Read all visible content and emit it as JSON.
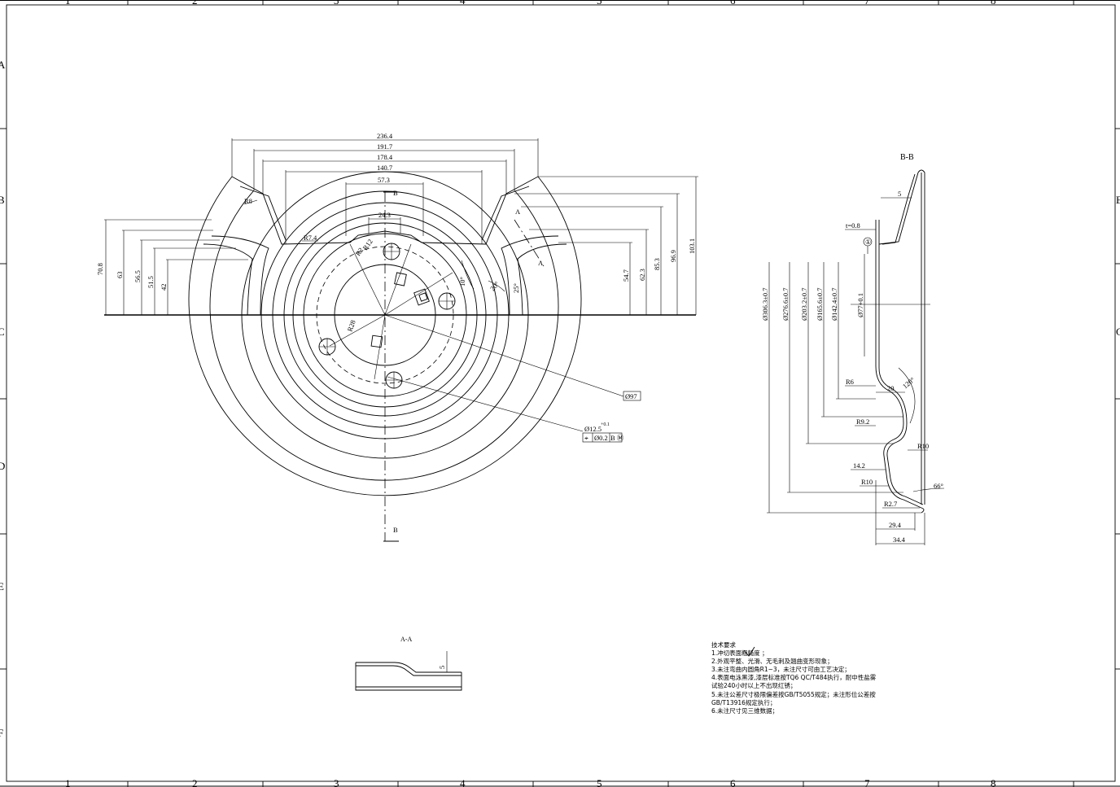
{
  "zone_columns": [
    "1",
    "2",
    "3",
    "4",
    "5",
    "6",
    "7",
    "8"
  ],
  "zone_rows": [
    "A",
    "B",
    "C",
    "D",
    "E",
    "F"
  ],
  "views": {
    "section_bb": "B-B",
    "section_aa": "A-A",
    "cut_b": "B",
    "cut_a": "A"
  },
  "front_dims": {
    "w236": "236.4",
    "w191": "191.7",
    "w178": "178.4",
    "w140": "140.7",
    "w57": "57.3",
    "w24": "24.3",
    "h70": "70.8",
    "h63": "63",
    "h56": "56.5",
    "h51": "51.5",
    "h42": "42",
    "h54": "54.7",
    "h62": "62.3",
    "h85": "85.3",
    "h96": "96.9",
    "h103": "103.1",
    "r8": "R8",
    "r74": "R7.4",
    "r12": "R12",
    "r28": "R28",
    "r2": "R2",
    "ang10": "10°",
    "ang25": "25°",
    "ang20": "20°",
    "d97": "Ø97",
    "d125": "Ø12.5",
    "d125_tol": "+0.1",
    "tol_sym": "⌖",
    "tol_val": "Ø0.2",
    "tol_ref": "B Ⓜ"
  },
  "section_dims": {
    "t": "t=0.8",
    "five": "5",
    "d77": "Ø77+0.1",
    "d306": "Ø306.3±0.7",
    "d276": "Ø276.6±0.7",
    "d203": "Ø203.2±0.7",
    "d165": "Ø165.6±0.7",
    "d142": "Ø142.4±0.7",
    "r6": "R6",
    "twenty": "20",
    "ang120": "120°",
    "r92": "R9.2",
    "r10a": "R10",
    "d142b": "14.2",
    "r10b": "R10",
    "ang66": "66°",
    "r27": "R2.7",
    "d294": "29.4",
    "d344": "34.4",
    "marker": "①"
  },
  "aa_dims": {
    "five": "5"
  },
  "tech_notes": {
    "title": "技术要求",
    "lines": [
      "1.冲切表面粗糙度  ；",
      "2.外观平整、光滑、无毛刺及翘曲变形现象；",
      "3.未注弯曲内圆角R1~3，未注尺寸可由工艺决定；",
      "4.表面电泳黑漆,漆层标准按TQ6 QC/T484执行，耐中性盐雾",
      "  试验240小时以上不出现红锈；",
      "5.未注公差尺寸极限偏差按GB/T5055规定；未注形位公差按",
      "  GB/T13916规定执行；",
      "6.未注尺寸见三维数据；"
    ]
  }
}
